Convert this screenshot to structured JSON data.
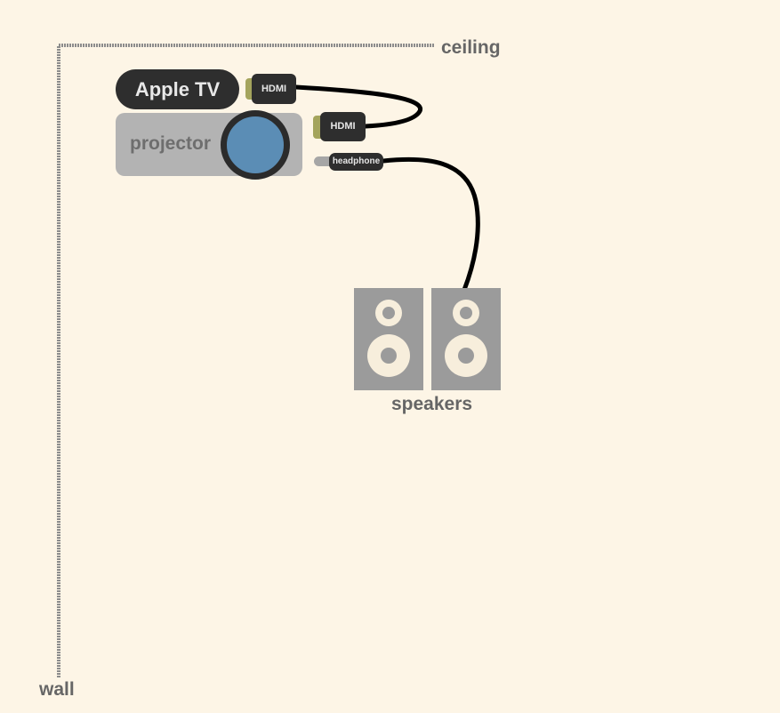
{
  "labels": {
    "ceiling": "ceiling",
    "wall": "wall",
    "speakers": "speakers"
  },
  "devices": {
    "apple_tv": "Apple TV",
    "projector": "projector"
  },
  "ports": {
    "hdmi_out": "HDMI",
    "hdmi_in": "HDMI",
    "headphone": "headphone"
  },
  "colors": {
    "background": "#fdf5e6",
    "device_dark": "#2e2e2e",
    "projector_body": "#b3b3b3",
    "lens": "#5b8db5",
    "speaker_body": "#9b9b9b",
    "hdmi_tip": "#a4a45c",
    "cable": "#000000",
    "wall_line": "#8c8c8c"
  }
}
